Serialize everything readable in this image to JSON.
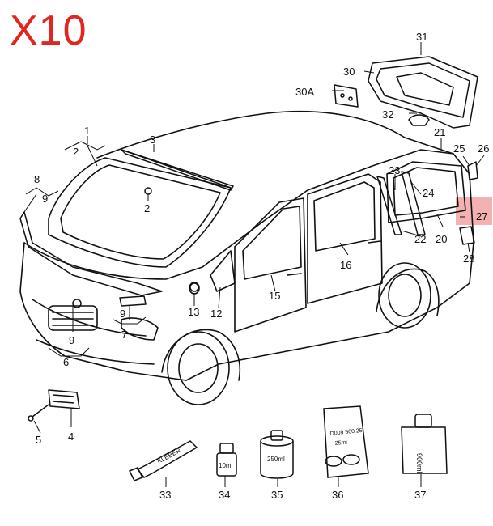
{
  "header": {
    "quantity": "X10",
    "accent": "#e0261e"
  },
  "highlight": {
    "part": "27",
    "color": "#f2a3a3"
  },
  "callouts": [
    {
      "id": "c1",
      "label": "1"
    },
    {
      "id": "c2a",
      "label": "2"
    },
    {
      "id": "c2b",
      "label": "2"
    },
    {
      "id": "c3",
      "label": "3"
    },
    {
      "id": "c4",
      "label": "4"
    },
    {
      "id": "c5",
      "label": "5"
    },
    {
      "id": "c6",
      "label": "6"
    },
    {
      "id": "c7",
      "label": "7"
    },
    {
      "id": "c8",
      "label": "8"
    },
    {
      "id": "c9a",
      "label": "9"
    },
    {
      "id": "c9b",
      "label": "9"
    },
    {
      "id": "c9c",
      "label": "9"
    },
    {
      "id": "c12",
      "label": "12"
    },
    {
      "id": "c13",
      "label": "13"
    },
    {
      "id": "c15",
      "label": "15"
    },
    {
      "id": "c16",
      "label": "16"
    },
    {
      "id": "c20",
      "label": "20"
    },
    {
      "id": "c21",
      "label": "21"
    },
    {
      "id": "c22",
      "label": "22"
    },
    {
      "id": "c23",
      "label": "23"
    },
    {
      "id": "c24",
      "label": "24"
    },
    {
      "id": "c25",
      "label": "25"
    },
    {
      "id": "c26",
      "label": "26"
    },
    {
      "id": "c27",
      "label": "27"
    },
    {
      "id": "c28",
      "label": "28"
    },
    {
      "id": "c30",
      "label": "30"
    },
    {
      "id": "c30a",
      "label": "30A"
    },
    {
      "id": "c31",
      "label": "31"
    },
    {
      "id": "c32",
      "label": "32"
    },
    {
      "id": "c33",
      "label": "33"
    },
    {
      "id": "c34",
      "label": "34"
    },
    {
      "id": "c35",
      "label": "35"
    },
    {
      "id": "c36",
      "label": "36"
    },
    {
      "id": "c37",
      "label": "37"
    }
  ],
  "consumables": {
    "tube": "KLEBER",
    "bottle_small": "10ml",
    "can": "250ml",
    "bag_code": "D009 500 25",
    "bag_qty": "25ml",
    "box": "900ml"
  }
}
